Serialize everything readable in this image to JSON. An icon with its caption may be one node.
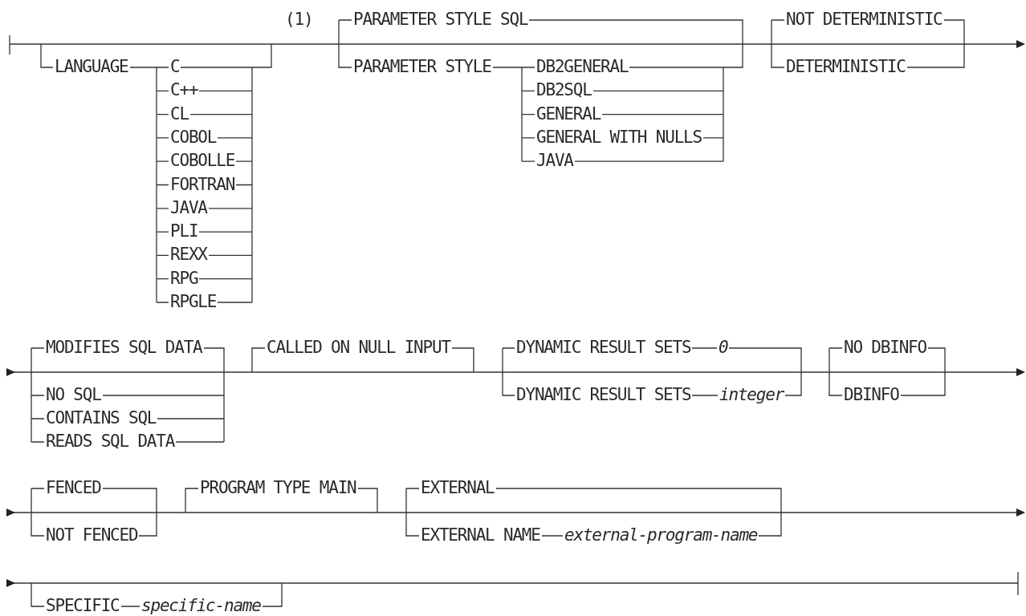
{
  "diagram": {
    "labels": [
      "LANGUAGE",
      "C",
      "C++",
      "CL",
      "COBOL",
      "COBOLLE",
      "FORTRAN",
      "JAVA",
      "PLI",
      "REXX",
      "RPG",
      "RPGLE",
      "(1)",
      "PARAMETER STYLE SQL",
      "PARAMETER STYLE",
      "DB2GENERAL",
      "DB2SQL",
      "GENERAL",
      "GENERAL WITH NULLS",
      "JAVA",
      "NOT DETERMINISTIC",
      "DETERMINISTIC",
      "MODIFIES SQL DATA",
      "NO SQL",
      "CONTAINS SQL",
      "READS SQL DATA",
      "CALLED ON NULL INPUT",
      "DYNAMIC RESULT SETS",
      "0",
      "DYNAMIC RESULT SETS",
      "integer",
      "NO DBINFO",
      "DBINFO",
      "FENCED",
      "NOT FENCED",
      "PROGRAM TYPE MAIN",
      "EXTERNAL",
      "EXTERNAL NAME",
      "external-program-name",
      "SPECIFIC",
      "specific-name"
    ]
  }
}
